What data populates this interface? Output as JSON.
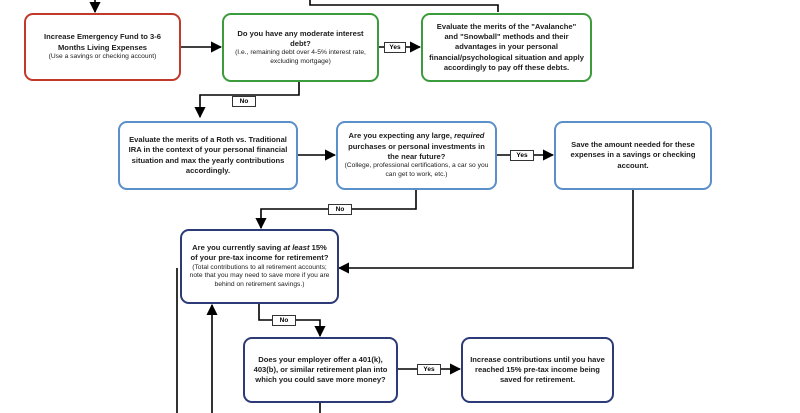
{
  "nodes": {
    "emergency_fund": {
      "title": "Increase Emergency Fund to 3-6 Months Living Expenses",
      "note": "(Use a savings or checking account)"
    },
    "moderate_debt": {
      "title": "Do you have any moderate interest debt?",
      "note": "(I.e., remaining debt over 4-5% interest rate, excluding mortgage)"
    },
    "avalanche": {
      "title": "Evaluate the merits of the \"Avalanche\" and \"Snowball\" methods and their advantages in your personal financial/psychological situation and apply accordingly to pay off these debts."
    },
    "roth_ira": {
      "title": "Evaluate the merits of a Roth vs. Traditional IRA in the context of your personal financial situation and max the yearly contributions accordingly."
    },
    "large_purchases": {
      "title_pre": "Are you expecting any large, ",
      "title_em": "required",
      "title_post": " purchases or personal investments in the near future?",
      "note": "(College, professional certifications, a car so you can get to work, etc.)"
    },
    "save_amount": {
      "title": "Save the amount needed for these expenses in a savings or checking account."
    },
    "saving_15": {
      "title_pre": "Are you currently saving ",
      "title_em": "at least",
      "title_post": " 15% of your pre-tax income for retirement?",
      "note": "(Total contributions to all retirement accounts; note that you may need to save more if you are behind on retirement savings.)"
    },
    "employer_401k": {
      "title": "Does your employer offer a 401(k), 403(b), or similar retirement plan into which you could save more money?"
    },
    "increase_contrib": {
      "title": "Increase contributions until you have reached 15% pre-tax income being saved for retirement."
    }
  },
  "edge_labels": {
    "debt_yes": "Yes",
    "debt_no": "No",
    "purchases_yes": "Yes",
    "purchases_no": "No",
    "saving_no": "No",
    "employer_yes": "Yes"
  },
  "colors": {
    "red": "#c0392b",
    "green": "#3c9b3c",
    "blue": "#5b8fc9",
    "navy": "#2c3a77",
    "line": "#000000"
  }
}
